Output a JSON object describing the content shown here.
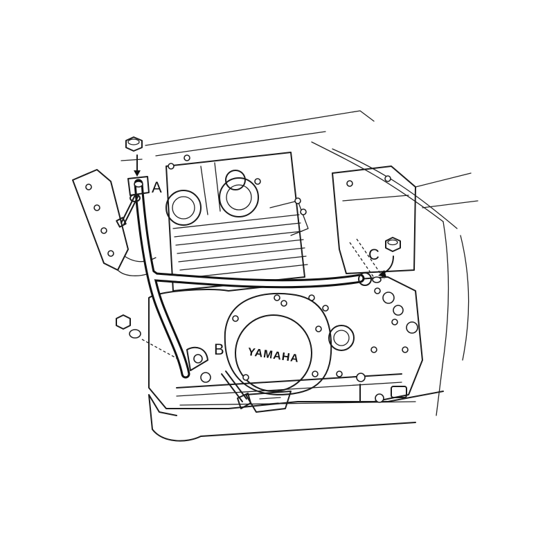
{
  "labels": {
    "a": "A",
    "b": "B",
    "c": "C"
  },
  "engine_cover_text": "YAMAHA"
}
